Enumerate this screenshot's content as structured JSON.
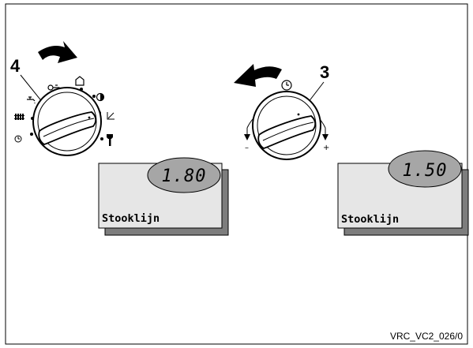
{
  "left_panel": {
    "callout_number": "4",
    "display_value": "1.80",
    "display_label": "Stooklijn"
  },
  "right_panel": {
    "callout_number": "3",
    "display_value": "1.50",
    "display_label": "Stooklijn",
    "minus_sign": "–",
    "plus_sign": "+"
  },
  "figure_reference": "VRC_VC2_026/0",
  "icons": {
    "selector_positions": [
      "clock-icon",
      "radiator-icon",
      "tap-icon",
      "flow-temp-icon",
      "house-icon",
      "day-night-icon",
      "heating-curve-icon",
      "wrench-icon"
    ],
    "left_arrow": "clockwise-arrow",
    "right_arrow": "counterclockwise-arrow"
  },
  "colors": {
    "display_fill": "#e6e6e6",
    "display_shadow": "#7d7d7d",
    "lcd_ellipse": "#a6a6a6",
    "knob_fill": "#ffffff"
  }
}
